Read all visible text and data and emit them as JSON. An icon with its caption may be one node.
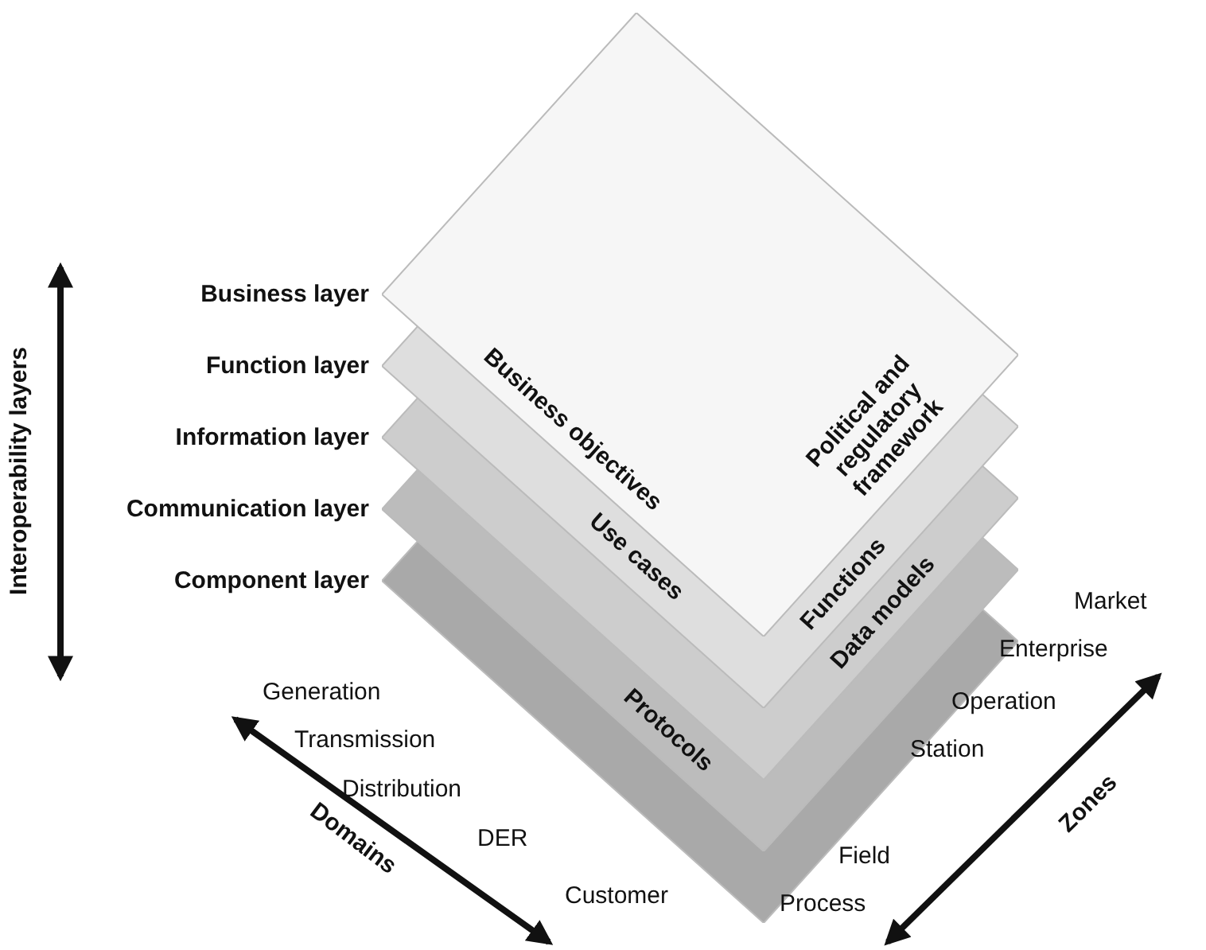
{
  "diagram": {
    "nodes": [
      {
        "text": [
          "Business objectives",
          "Political and regulatory framework"
        ]
      },
      {
        "text": [
          "Use cases",
          "Functions"
        ]
      },
      {
        "text": [
          "Data models"
        ]
      },
      {
        "text": [
          "Protocols"
        ]
      },
      {
        "text": [],
        "shape": "diamond"
      }
    ],
    "labels": [
      "Interoperability layers",
      "Business layer",
      "Function layer",
      "Information layer",
      "Communication layer",
      "Component layer",
      "Generation",
      "Transmission",
      "Distribution",
      "DER",
      "Customer",
      "Domains",
      "Market",
      "Enterprise",
      "Operation",
      "Station",
      "Field",
      "Process",
      "Zones"
    ]
  }
}
